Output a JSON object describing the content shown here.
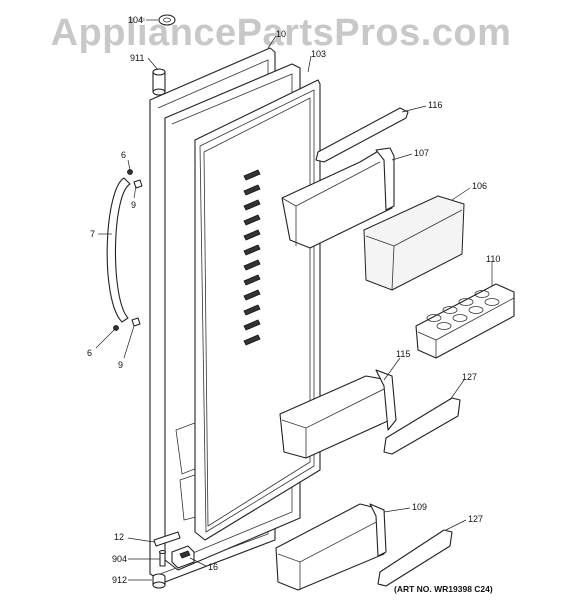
{
  "watermark": "AppliancePartsPros.com",
  "art_number": "(ART NO. WR19398 C24)",
  "callouts": [
    {
      "id": "104",
      "text": "104"
    },
    {
      "id": "911",
      "text": "911"
    },
    {
      "id": "10",
      "text": "10"
    },
    {
      "id": "103",
      "text": "103"
    },
    {
      "id": "116",
      "text": "116"
    },
    {
      "id": "107",
      "text": "107"
    },
    {
      "id": "106",
      "text": "106"
    },
    {
      "id": "110",
      "text": "110"
    },
    {
      "id": "115",
      "text": "115"
    },
    {
      "id": "127a",
      "text": "127"
    },
    {
      "id": "109",
      "text": "109"
    },
    {
      "id": "127b",
      "text": "127"
    },
    {
      "id": "6a",
      "text": "6"
    },
    {
      "id": "9a",
      "text": "9"
    },
    {
      "id": "7",
      "text": "7"
    },
    {
      "id": "6b",
      "text": "6"
    },
    {
      "id": "9b",
      "text": "9"
    },
    {
      "id": "12",
      "text": "12"
    },
    {
      "id": "904",
      "text": "904"
    },
    {
      "id": "16",
      "text": "16"
    },
    {
      "id": "912",
      "text": "912"
    }
  ]
}
